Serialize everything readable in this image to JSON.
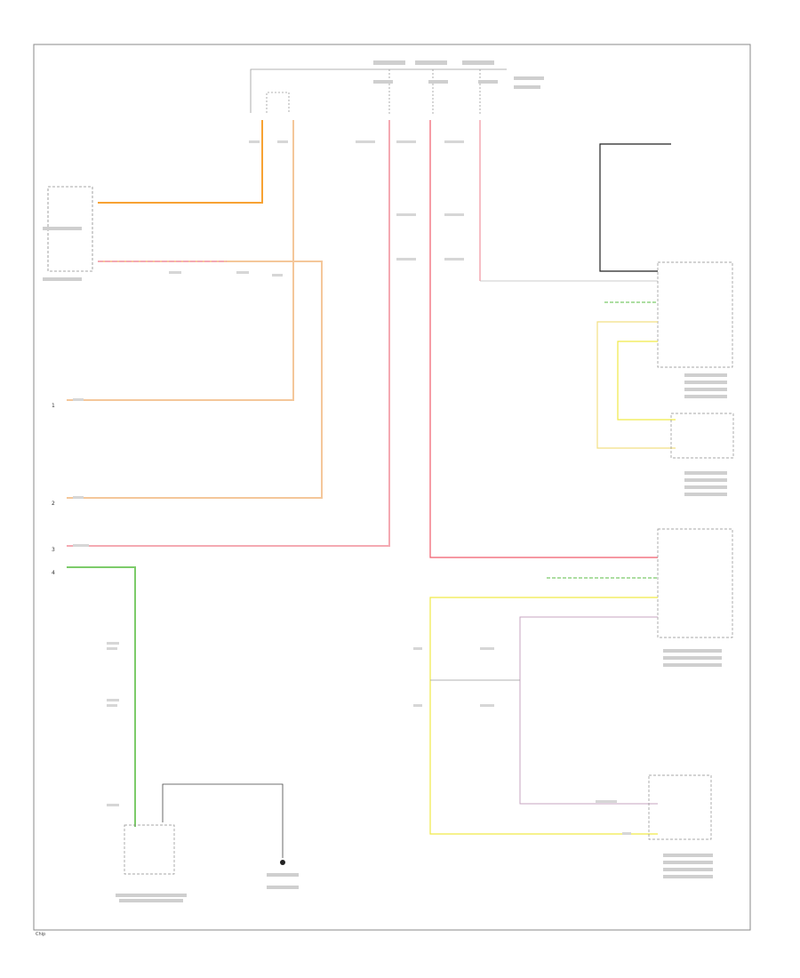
{
  "diagram": {
    "colors": {
      "frame": "#8a8a8a",
      "black": "#222222",
      "gray": "#9a9a9a",
      "orange": "#f7a233",
      "tan": "#f4c79a",
      "pink": "#f4a9b2",
      "red": "#f05a6a",
      "green": "#7ccb6a",
      "yellow": "#f1ea47",
      "ltyellow": "#f2df84",
      "violet": "#c7a6c2"
    },
    "left_connector_pins": [
      "1",
      "2",
      "3",
      "4"
    ],
    "footer_label": "Chip"
  }
}
